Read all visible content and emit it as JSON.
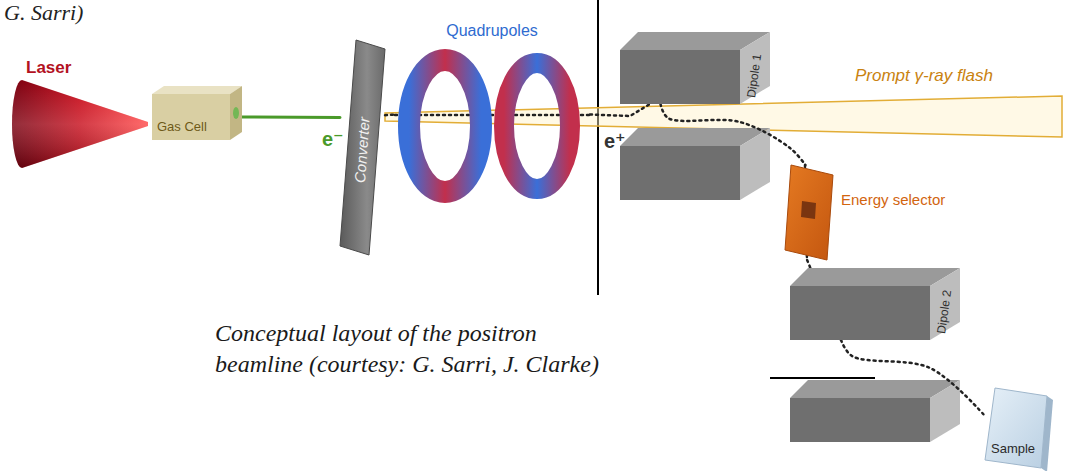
{
  "diagram": {
    "caption": "Conceptual layout of the positron beamline (courtesy: G. Sarri, J. Clarke)",
    "nodes": [
      {
        "text": [
          "Laser"
        ]
      },
      {
        "text": [
          "Gas Cell"
        ]
      },
      {
        "text": [
          "Converter"
        ]
      },
      {
        "text": [
          "Quadrupoles"
        ]
      },
      {
        "text": [
          "Dipole 1"
        ]
      },
      {
        "text": [
          "Energy selector"
        ]
      },
      {
        "text": [
          "Dipole 2"
        ]
      },
      {
        "text": [
          "Sample"
        ]
      }
    ],
    "edges": [
      {
        "from": 1,
        "to": 2,
        "arrow": "none"
      },
      {
        "from": 2,
        "to": 3,
        "arrow": "none"
      },
      {
        "from": 3,
        "to": 4,
        "arrow": "none"
      },
      {
        "from": 4,
        "to": 5,
        "arrow": "none"
      },
      {
        "from": 5,
        "to": 6,
        "arrow": "none"
      },
      {
        "from": 6,
        "to": 7,
        "arrow": "none"
      }
    ],
    "labels": [
      "G. Sarri)",
      "e⁻",
      "e⁺",
      "Prompt γ-ray flash"
    ]
  }
}
